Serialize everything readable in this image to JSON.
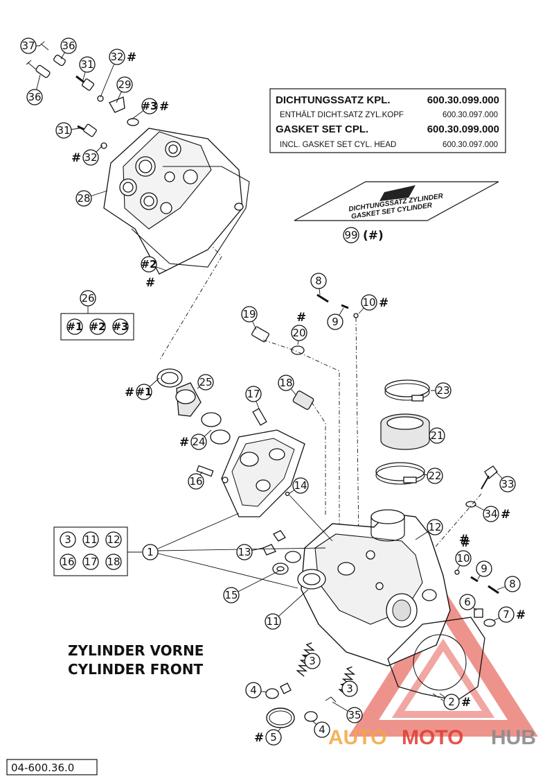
{
  "gasket_box": {
    "line1_label": "DICHTUNGSSATZ KPL.",
    "line1_number": "600.30.099.000",
    "line2_label": "ENTHÄLT DICHT.SATZ ZYL.KOPF",
    "line2_number": "600.30.097.000",
    "line3_label": "GASKET SET CPL.",
    "line3_number": "600.30.099.000",
    "line4_label": "INCL. GASKET SET CYL. HEAD",
    "line4_number": "600.30.097.000"
  },
  "gasket_card": {
    "line1": "DICHTUNGSSATZ ZYLINDER",
    "line2": "GASKET SET CYLINDER",
    "callout": "99",
    "callout_suffix": "(#)"
  },
  "title": {
    "line1": "ZYLINDER VORNE",
    "line2": "CYLINDER FRONT"
  },
  "drawing_number": "04-600.36.0",
  "watermark": {
    "part1": "AUTO",
    "part2": "MOTO",
    "part3": "HUB",
    "color_orange": "#f2a640",
    "color_red": "#e03a2e",
    "color_grey": "#8a8a8a"
  },
  "kit_box_26": {
    "items": [
      "#1",
      "#2",
      "#3"
    ],
    "label": "26"
  },
  "kit_box_1": {
    "items": [
      "3",
      "11",
      "12",
      "16",
      "17",
      "18"
    ],
    "label": "1"
  },
  "callouts": {
    "c37": "37",
    "c36a": "36",
    "c36b": "36",
    "c31a": "31",
    "c31b": "31",
    "c32a": "32",
    "c32b": "32",
    "c29": "29",
    "c28": "28",
    "c3h": "#3",
    "c2h": "#2",
    "c1h": "#1",
    "c25": "25",
    "c24": "24",
    "c17": "17",
    "c16": "16",
    "c18": "18",
    "c19": "19",
    "c20": "20",
    "c8a": "8",
    "c9a": "9",
    "c10a": "10",
    "c23": "23",
    "c21": "21",
    "c22": "22",
    "c33": "33",
    "c34": "34",
    "c14": "14",
    "c12": "12",
    "c13": "13",
    "c15": "15",
    "c11": "11",
    "c10b": "10",
    "c9b": "9",
    "c8b": "8",
    "c6": "6",
    "c7": "7",
    "c3a": "3",
    "c3b": "3",
    "c4a": "4",
    "c4b": "4",
    "c35": "35",
    "c5": "5",
    "c2": "2"
  },
  "hash_mark": "#"
}
